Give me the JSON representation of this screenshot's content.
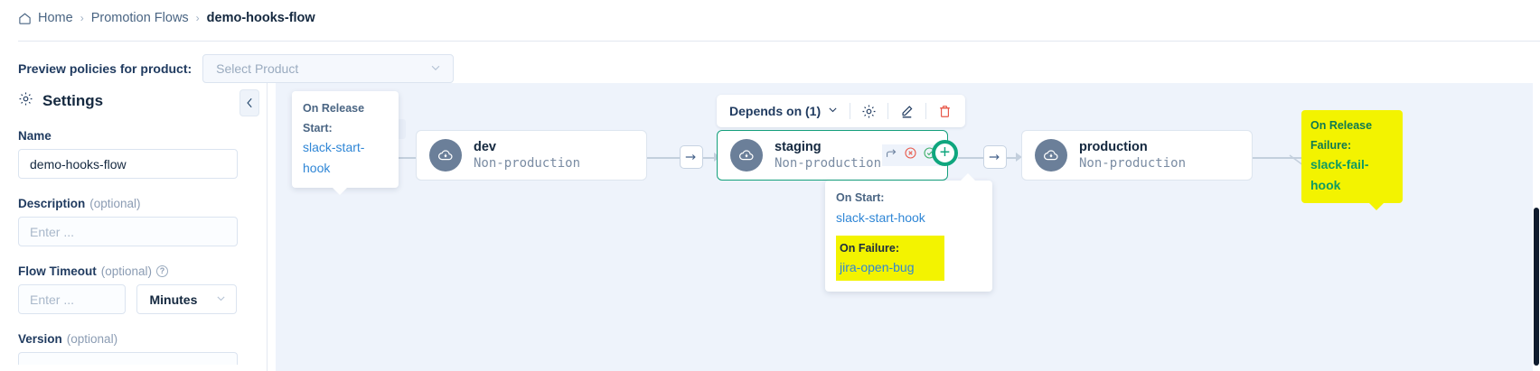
{
  "breadcrumb": {
    "home": "Home",
    "separator": "›",
    "items": [
      "Promotion Flows"
    ],
    "current": "demo-hooks-flow"
  },
  "preview": {
    "label": "Preview policies for product:",
    "select_placeholder": "Select Product"
  },
  "settings": {
    "title": "Settings",
    "collapse_label": "‹",
    "name_label": "Name",
    "name_value": "demo-hooks-flow",
    "description_label": "Description",
    "description_optional": "(optional)",
    "description_placeholder": "Enter ...",
    "timeout_label": "Flow Timeout",
    "timeout_optional": "(optional)",
    "timeout_placeholder": "Enter ...",
    "timeout_unit": "Minutes",
    "version_label": "Version",
    "version_optional": "(optional)",
    "help_glyph": "?"
  },
  "toolbar": {
    "depends_on": "Depends on (1)",
    "settings_icon": "gear-icon",
    "edit_icon": "pencil-icon",
    "delete_icon": "trash-icon"
  },
  "flow": {
    "nodes": [
      {
        "name": "dev",
        "type": "Non-production"
      },
      {
        "name": "staging",
        "type": "Non-production"
      },
      {
        "name": "production",
        "type": "Non-production"
      }
    ],
    "plus_label": "+"
  },
  "tooltips": {
    "start": {
      "label": "On Release Start:",
      "hook": "slack-start-hook"
    },
    "staging": {
      "start_label": "On Start:",
      "start_hook": "slack-start-hook",
      "failure_label": "On Failure:",
      "failure_hook": "jira-open-bug"
    },
    "release_failure": {
      "label": "On Release Failure:",
      "hook": "slack-fail-hook"
    }
  },
  "colors": {
    "accent_green": "#14a07c",
    "link_blue": "#2f86d6",
    "highlight_yellow": "#f3f300",
    "danger_red": "#e8584a"
  }
}
